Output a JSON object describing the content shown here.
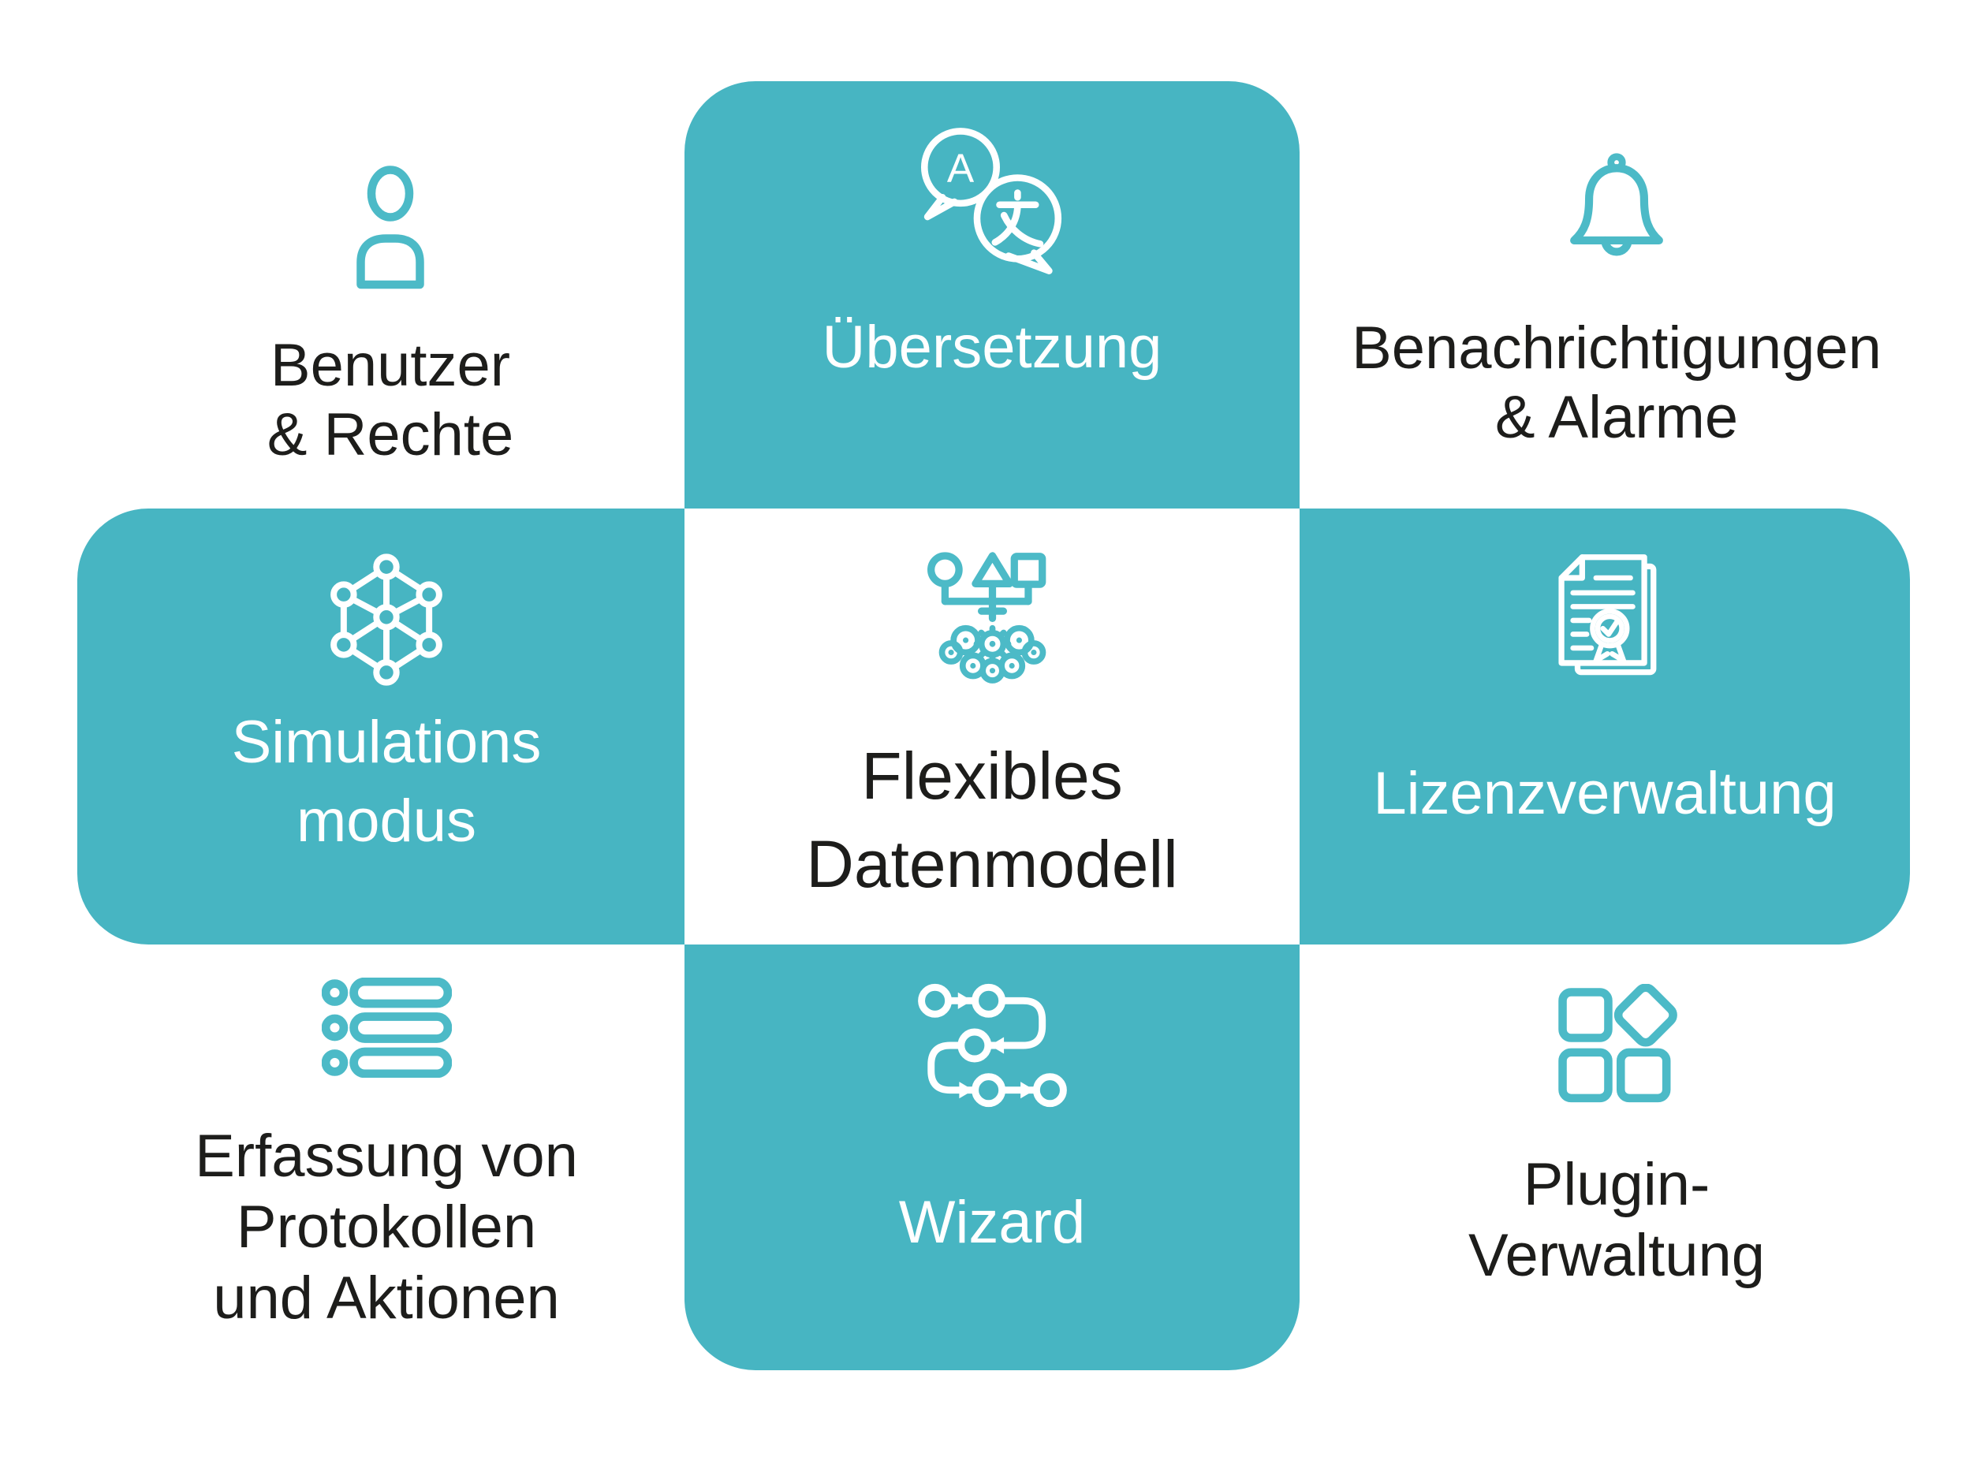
{
  "palette": {
    "teal": "#47B5C2",
    "icon_teal": "#4CBAC7",
    "text_dark": "#1D1D1B",
    "text_light": "#FFFFFF",
    "bg": "#FFFFFF"
  },
  "cells": [
    {
      "id": "benutzer-rechte",
      "variant": "white",
      "icon": "user-icon",
      "lines": [
        "Benutzer",
        "& Rechte"
      ]
    },
    {
      "id": "uebersetzung",
      "variant": "teal",
      "icon": "translation-icon",
      "lines": [
        "Übersetzung"
      ]
    },
    {
      "id": "benachrichtigungen-alarme",
      "variant": "white",
      "icon": "bell-icon",
      "lines": [
        "Benachrichtigungen",
        "& Alarme"
      ]
    },
    {
      "id": "simulationsmodus",
      "variant": "teal",
      "icon": "network-icon",
      "lines": [
        "Simulations",
        "modus"
      ]
    },
    {
      "id": "flexibles-datenmodell",
      "variant": "white",
      "icon": "data-model-icon",
      "lines": [
        "Flexibles",
        "Datenmodell"
      ]
    },
    {
      "id": "lizenzverwaltung",
      "variant": "teal",
      "icon": "certificate-icon",
      "lines": [
        "Lizenzverwaltung"
      ]
    },
    {
      "id": "erfassung-protokolle-aktionen",
      "variant": "white",
      "icon": "list-icon",
      "lines": [
        "Erfassung von",
        "Protokollen",
        "und Aktionen"
      ]
    },
    {
      "id": "wizard",
      "variant": "teal",
      "icon": "flow-icon",
      "lines": [
        "Wizard"
      ]
    },
    {
      "id": "plugin-verwaltung",
      "variant": "white",
      "icon": "plugin-icon",
      "lines": [
        "Plugin-",
        "Verwaltung"
      ]
    }
  ],
  "glyphs": {
    "translation_letter": "A"
  }
}
